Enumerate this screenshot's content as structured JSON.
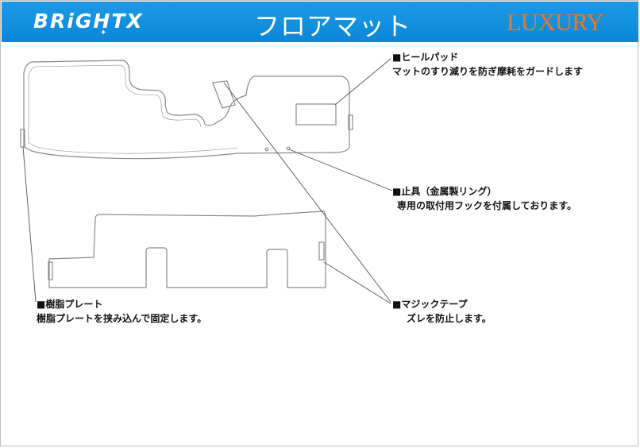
{
  "header": {
    "brand": "BRiGHTX",
    "title": "フロアマット",
    "grade": "LUXURY"
  },
  "callouts": {
    "heel_pad": {
      "title": "■ヒールパッド",
      "desc": "マットのすり減りを防ぎ摩耗をガードします"
    },
    "fastener": {
      "title": "■止具（金属製リング）",
      "desc": "専用の取付用フックを付属しております。"
    },
    "resin_plate": {
      "title": "■樹脂プレート",
      "desc": "樹脂プレートを挟み込んで固定します。"
    },
    "velcro": {
      "title": "■マジックテープ",
      "desc": "ズレを防止します。"
    }
  },
  "colors": {
    "header": "#0b86d8",
    "grade": "#e8782a",
    "outline": "#8a8a8a"
  }
}
